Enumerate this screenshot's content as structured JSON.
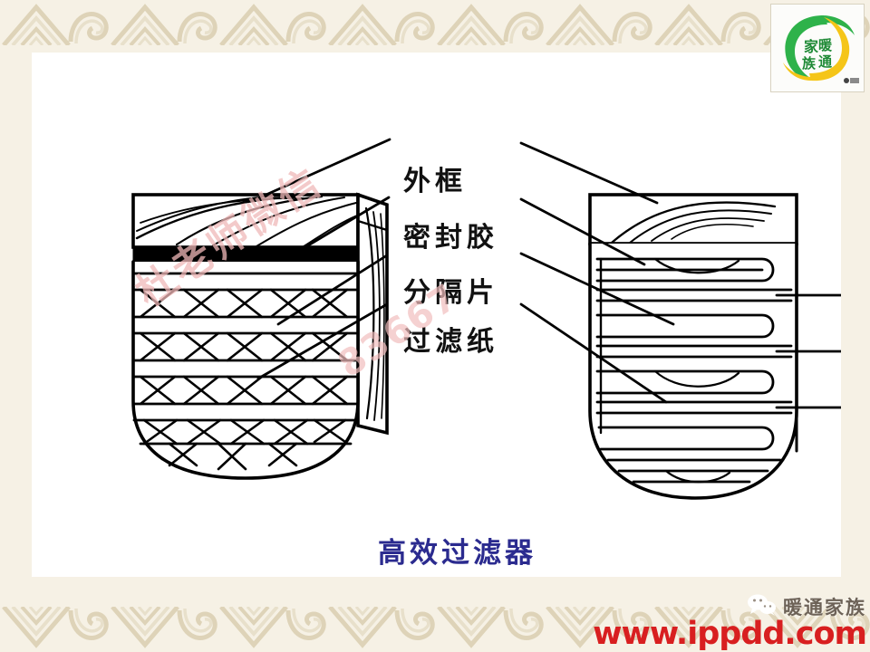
{
  "slide": {
    "caption": "高效过滤器",
    "background_color": "#f6f1e5",
    "panel_color": "#ffffff",
    "caption_color": "#2b2b8f"
  },
  "labels": {
    "outer_frame": "外框",
    "sealant": "密封胶",
    "separator": "分隔片",
    "filter_paper": "过滤纸"
  },
  "watermark": {
    "line1": "杜老师微信",
    "line2": "83667"
  },
  "logo": {
    "text_top": "家暖",
    "text_bottom": "族通",
    "green": "#2eb24a",
    "yellow": "#f5c518"
  },
  "branding": {
    "wechat_name": "暖通家族",
    "site": "www.ippdd.com",
    "site_color": "#d81f20"
  },
  "border": {
    "motif": "greek-key-triangles",
    "color": "#ded3b8"
  }
}
